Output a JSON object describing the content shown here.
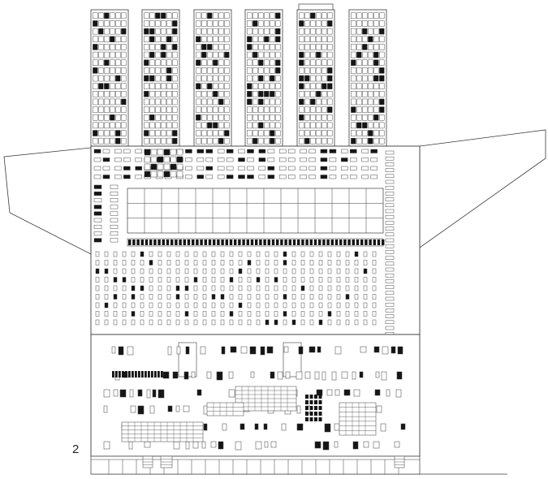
{
  "figure": {
    "number_label": "2"
  },
  "colors": {
    "line": "#3a3a3a",
    "fill_dark": "#151515",
    "background": "#ffffff"
  },
  "elevation": {
    "tower_count": 6,
    "tower_floor_count": 17,
    "podium_window_columns": 14
  }
}
